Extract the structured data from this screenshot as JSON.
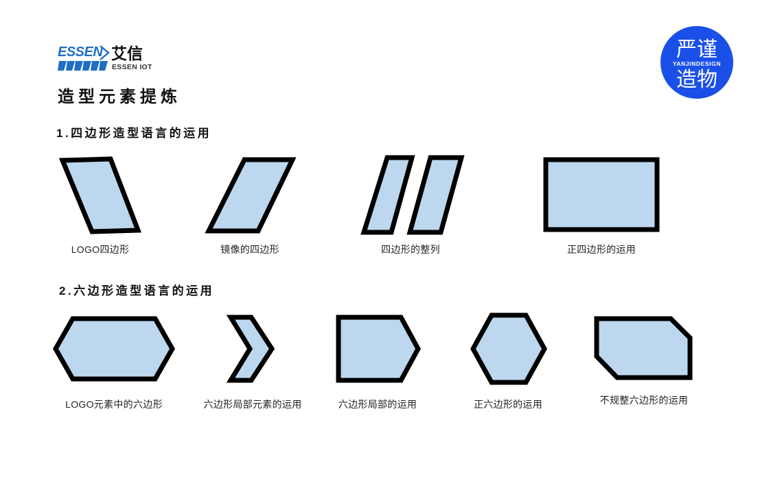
{
  "slide": {
    "title": "造型元素提炼",
    "background_color": "#ffffff",
    "shape_fill_color": "#bdd7ee",
    "shape_stroke_color": "#000000"
  },
  "brand_logo": {
    "name": "essen-iot-logo",
    "wordmark": "ESSEN",
    "chinese_name": "艾信",
    "subtitle": "ESSEN IOT",
    "color": "#1f6fc4"
  },
  "design_stamp": {
    "name": "yanjin-design-stamp",
    "line1": "严谨",
    "line2": "造物",
    "latin": "YANJINDESIGN",
    "circle_color": "#1a50e8",
    "text_color": "#ffffff"
  },
  "sections": [
    {
      "heading": "1.四边形造型语言的运用",
      "figures": [
        {
          "shape": "parallelogram-left-lean",
          "caption": "LOGO四边形"
        },
        {
          "shape": "parallelogram-right-lean",
          "caption": "镜像的四边形"
        },
        {
          "shape": "parallelogram-pair-array",
          "caption": "四边形的整列"
        },
        {
          "shape": "rectangle",
          "caption": "正四边形的运用"
        }
      ]
    },
    {
      "heading": "2.六边形造型语言的运用",
      "figures": [
        {
          "shape": "elongated-hexagon",
          "caption": "LOGO元素中的六边形"
        },
        {
          "shape": "chevron-arrow",
          "caption": "六边形局部元素的运用"
        },
        {
          "shape": "pentagon-arrow-block",
          "caption": "六边形局部的运用"
        },
        {
          "shape": "regular-hexagon",
          "caption": "正六边形的运用"
        },
        {
          "shape": "irregular-hexagon",
          "caption": "不规整六边形的运用"
        }
      ]
    }
  ]
}
